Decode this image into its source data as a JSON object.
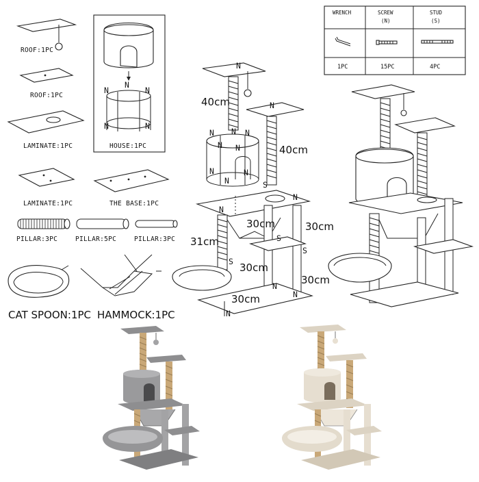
{
  "parts": {
    "roof_round": "ROOF:1PC",
    "roof": "ROOF:1PC",
    "laminate_hole": "LAMINATE:1PC",
    "laminate": "LAMINATE:1PC",
    "base": "THE BASE:1PC",
    "pillar_sisal": "PILLAR:3PC",
    "pillar_plain": "PILLAR:5PC",
    "pillar_thin": "PILLAR:3PC",
    "cat_spoon": "CAT SPOON:1PC",
    "hammock": "HAMMOCK:1PC",
    "house": "HOUSE:1PC"
  },
  "hardware_table": {
    "headers": [
      {
        "name": "WRENCH",
        "code": ""
      },
      {
        "name": "SCREW",
        "code": "(N)"
      },
      {
        "name": "STUD",
        "code": "(S)"
      }
    ],
    "quantities": [
      "1PC",
      "15PC",
      "4PC"
    ]
  },
  "assembly": {
    "letters": {
      "n": "N",
      "s": "S"
    },
    "dims": {
      "top_post": "40cm",
      "right_post": "40cm",
      "left_lower": "31cm",
      "mid_a": "30cm",
      "mid_b": "30cm",
      "mid_c": "30cm",
      "right_lower": "30cm",
      "base_post": "30cm"
    }
  },
  "colors": {
    "grey_plush": "#9a9a9c",
    "beige_plush": "#e6ded0",
    "sisal": "#c9a878"
  }
}
